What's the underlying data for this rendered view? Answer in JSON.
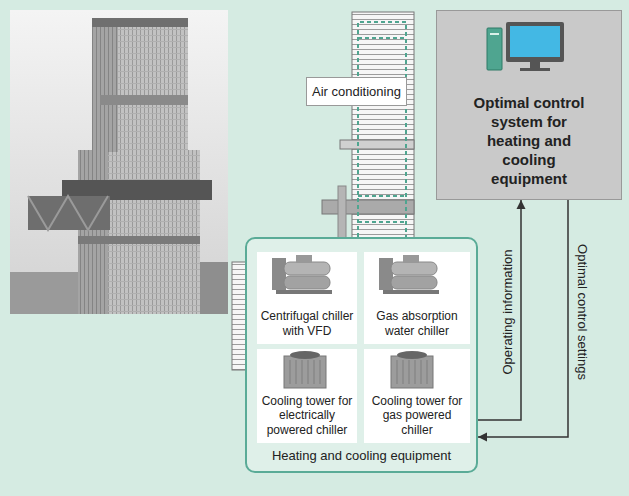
{
  "diagram": {
    "nodes": [
      {
        "text": [
          "Air conditioning"
        ]
      },
      {
        "text": [
          "Optimal control system for heating and cooling equipment"
        ]
      },
      {
        "text": [
          "Heating and cooling equipment"
        ]
      },
      {
        "text": [
          "Centrifugal chiller with VFD"
        ],
        "in": 2
      },
      {
        "text": [
          "Gas absorption water chiller"
        ],
        "in": 2
      },
      {
        "text": [
          "Cooling tower for electrically powered chiller"
        ],
        "in": 2
      },
      {
        "text": [
          "Cooling tower for gas powered chiller"
        ],
        "in": 2
      }
    ],
    "edges": [
      {
        "from": 2,
        "to": 1,
        "arrow": "to",
        "label": "Operating information"
      },
      {
        "from": 1,
        "to": 2,
        "arrow": "to",
        "label": "Optimal control settings"
      }
    ]
  }
}
